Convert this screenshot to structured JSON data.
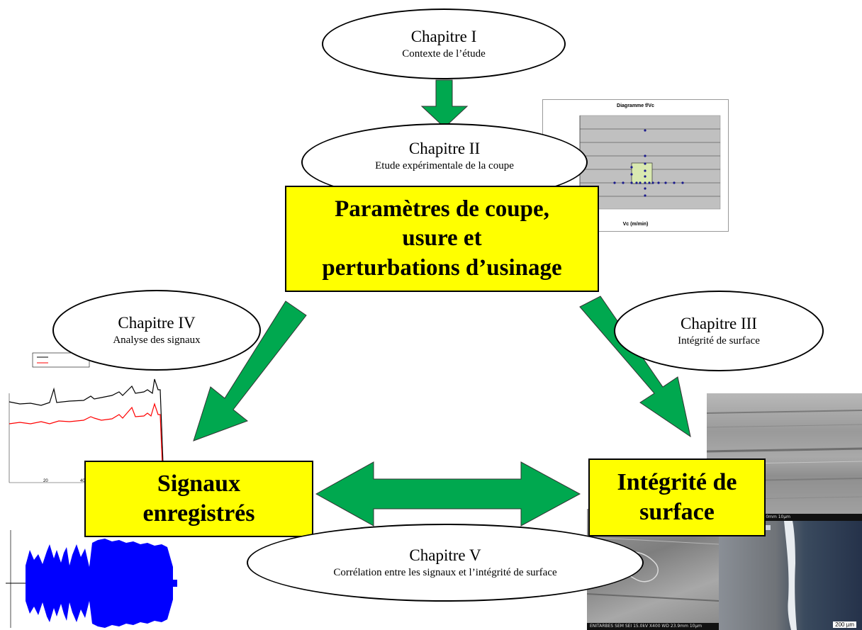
{
  "chapters": {
    "ch1": {
      "title": "Chapitre I",
      "subtitle": "Contexte de l’étude"
    },
    "ch2": {
      "title": "Chapitre II",
      "subtitle": "Etude expérimentale de la coupe"
    },
    "ch3": {
      "title": "Chapitre III",
      "subtitle": "Intégrité de surface"
    },
    "ch4": {
      "title": "Chapitre IV",
      "subtitle": "Analyse des signaux"
    },
    "ch5": {
      "title": "Chapitre V",
      "subtitle": "Corrélation entre les signaux et l’intégrité de surface"
    }
  },
  "boxes": {
    "main": {
      "line1": "Paramètres de coupe,",
      "line2": "usure et",
      "line3": "perturbations d’usinage"
    },
    "signaux": {
      "line1": "Signaux",
      "line2": "enregistrés"
    },
    "integrite": {
      "line1": "Intégrité de",
      "line2": "surface"
    }
  },
  "thumbnails": {
    "fvc_chart": {
      "title": "Diagramme f/Vc",
      "xlabel": "Vc (m/min)"
    },
    "signal_plot": {
      "tick_20": "20",
      "tick_40": "40"
    },
    "sem_top": {
      "footer": "SEI   15.0kV   X1,000   WD 30.0mm   10µm"
    },
    "sem_bottom": {
      "footer": "ENITARBES   SEM   SEI   15.0kV   X400   WD 23.9mm   10µm"
    },
    "micro": {
      "scale": "200 µm"
    }
  },
  "colors": {
    "arrow": "#00a84f",
    "box": "#ffff00",
    "signal_blue": "#0000ff",
    "signal_red": "#ff0000"
  }
}
